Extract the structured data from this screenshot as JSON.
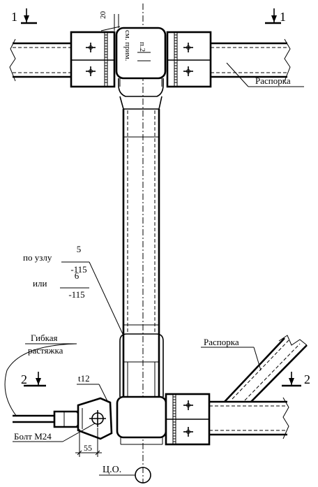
{
  "labels": {
    "section_1_left": "1",
    "section_1_right": "1",
    "section_2_left": "2",
    "section_2_right": "2",
    "dim_20": "20",
    "see_note": "см. прим.",
    "note_p2": "п.2",
    "strut_top": "Распорка",
    "strut_bottom": "Распорка",
    "node_prefix": "по узлу",
    "node_top_num": "5",
    "node_top_den": "-115",
    "or_prefix": "или",
    "node_alt_num": "6",
    "node_alt_den": "-115",
    "flex_brace_1": "Гибкая",
    "flex_brace_2": "растяжка",
    "plate_t12": "t12",
    "bolt": "Болт М24",
    "dim_55": "55",
    "center_mark": "Ц.О."
  }
}
